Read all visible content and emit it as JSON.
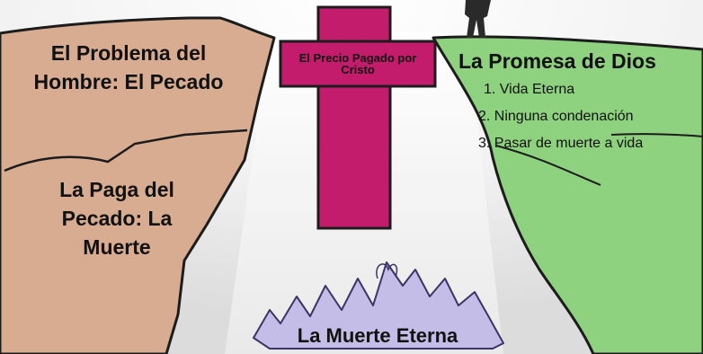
{
  "left_cliff": {
    "problem_title": "El Problema del Hombre: El Pecado",
    "wage_title": "La Paga del Pecado: La Muerte"
  },
  "cross": {
    "label": "El Precio Pagado por Cristo"
  },
  "right_cliff": {
    "title": "La Promesa de Dios",
    "promises": [
      "1. Vida Eterna",
      "2. Ninguna condenación",
      "3. Pasar de muerte a vida"
    ]
  },
  "abyss": {
    "label": "La Muerte Eterna"
  },
  "colors": {
    "left_cliff": "#d8ac90",
    "right_cliff": "#8ed17e",
    "cross": "#c41c6c",
    "abyss_fire": "#c3bde7",
    "sky": "#dedede"
  }
}
